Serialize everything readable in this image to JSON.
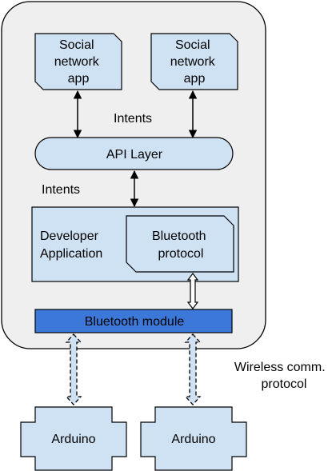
{
  "colors": {
    "device_fill": "#efefef",
    "box_fill": "#cfe2f3",
    "module_fill": "#3c78d8",
    "outline": "#000000"
  },
  "nodes": {
    "social_app_1": [
      "Social",
      "network",
      "app"
    ],
    "social_app_2": [
      "Social",
      "network",
      "app"
    ],
    "api_layer": "API Layer",
    "developer_app": [
      "Developer",
      "Application"
    ],
    "bluetooth_protocol": [
      "Bluetooth",
      "protocol"
    ],
    "bluetooth_module": "Bluetooth module",
    "arduino_1": "Arduino",
    "arduino_2": "Arduino"
  },
  "labels": {
    "intents_top": "Intents",
    "intents_mid": "Intents",
    "wireless": [
      "Wireless comm.",
      "protocol"
    ]
  },
  "icons": {
    "document_shape": "folded-corner-document",
    "arduino_shape": "plus-cross-block",
    "link_arrow": "double-headed-arrow",
    "wireless_arrow": "dashed-double-arrow"
  }
}
